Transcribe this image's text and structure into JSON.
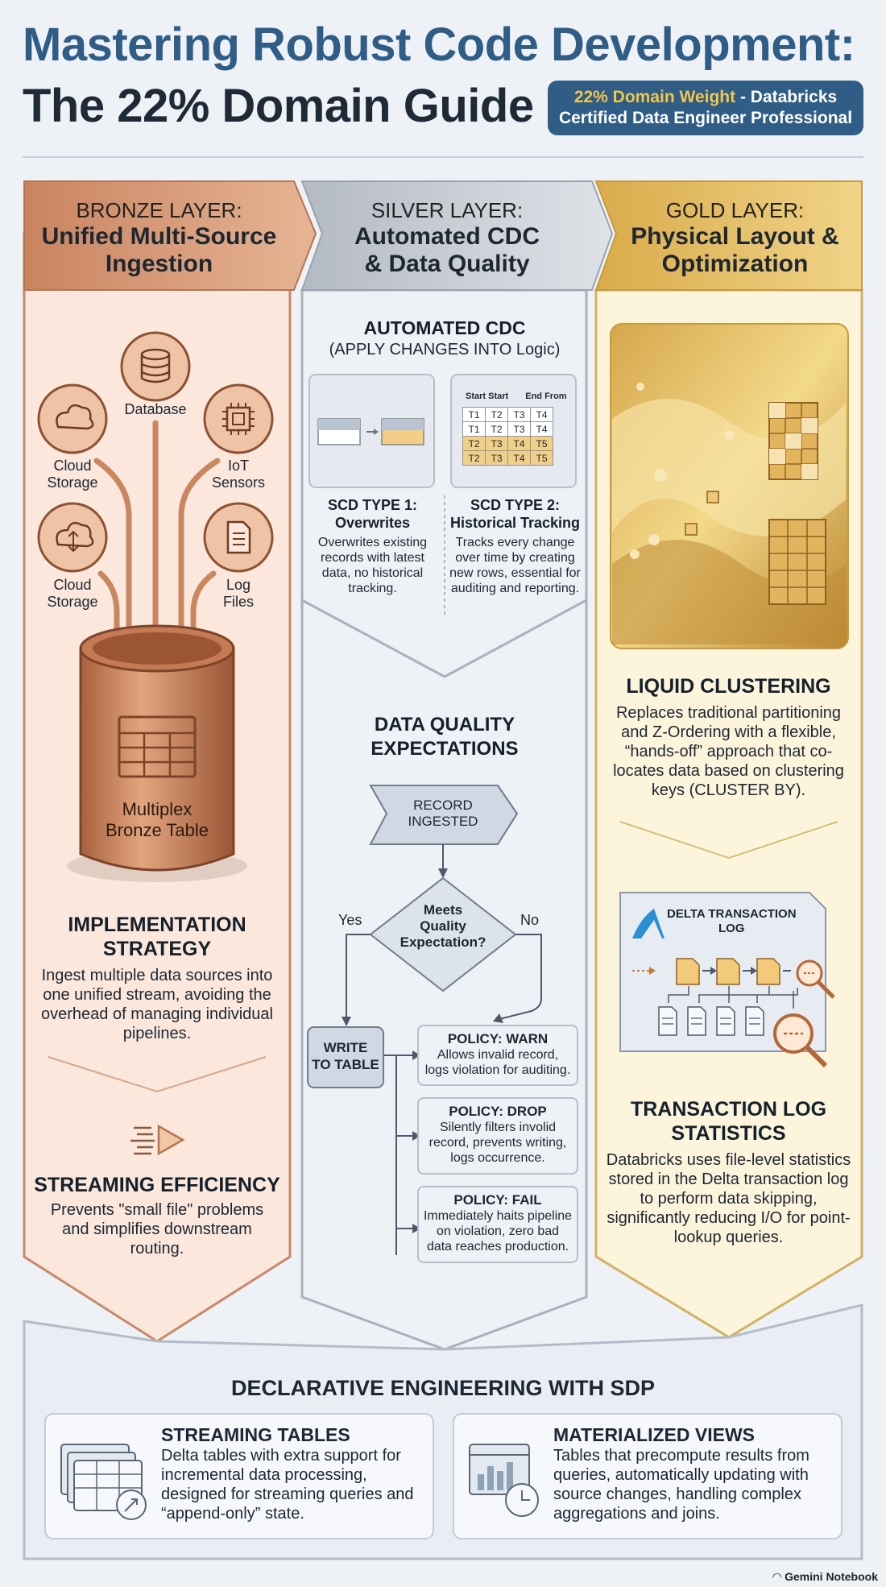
{
  "header": {
    "title_line1": "Mastering Robust Code Development:",
    "title_line2": "The 22% Domain Guide",
    "badge_highlight": "22% Domain Weight",
    "badge_rest": " - Databricks",
    "badge_line2": "Certified Data Engineer Professional"
  },
  "bronze": {
    "label": "BRONZE LAYER:",
    "title_l1": "Unified Multi-Source",
    "title_l2": "Ingestion",
    "sources": {
      "database": "Database",
      "cloud1_l1": "Cloud",
      "cloud1_l2": "Storage",
      "iot_l1": "IoT",
      "iot_l2": "Sensors",
      "cloud2_l1": "Cloud",
      "cloud2_l2": "Storage",
      "log_l1": "Log",
      "log_l2": "Files"
    },
    "table_l1": "Multiplex",
    "table_l2": "Bronze Table",
    "impl_h1": "IMPLEMENTATION",
    "impl_h2": "STRATEGY",
    "impl_text": "Ingest multiple data sources into one unified stream, avoiding the overhead of managing individual pipelines.",
    "stream_h": "STREAMING EFFICIENCY",
    "stream_text": "Prevents \"small file\" problems and simplifies downstream routing."
  },
  "silver": {
    "label": "SILVER LAYER:",
    "title_l1": "Automated CDC",
    "title_l2": "& Data Quality",
    "cdc_h": "AUTOMATED CDC",
    "cdc_sub": "(APPLY CHANGES INTO Logic)",
    "scd_hdr1": "Start Start",
    "scd_hdr2": "End From",
    "scd_rows": [
      [
        "T1",
        "T2",
        "T3",
        "T4"
      ],
      [
        "T1",
        "T2",
        "T3",
        "T4"
      ],
      [
        "T2",
        "T3",
        "T4",
        "T5"
      ],
      [
        "T2",
        "T3",
        "T4",
        "T5"
      ]
    ],
    "scd1_h1": "SCD TYPE 1:",
    "scd1_h2": "Overwrites",
    "scd1_text": "Overwrites existing records with latest data, no historical tracking.",
    "scd2_h1": "SCD TYPE 2:",
    "scd2_h2": "Historical Tracking",
    "scd2_text": "Tracks every change over time by creating new rows, essential for auditing and reporting.",
    "dq_h1": "DATA QUALITY",
    "dq_h2": "EXPECTATIONS",
    "record_l1": "RECORD",
    "record_l2": "INGESTED",
    "decision_l1": "Meets",
    "decision_l2": "Quality",
    "decision_l3": "Expectation?",
    "yes": "Yes",
    "no": "No",
    "write_l1": "WRITE",
    "write_l2": "TO TABLE",
    "policies": [
      {
        "h": "POLICY: WARN",
        "t1": "Allows invalid record,",
        "t2": "logs violation for auditing."
      },
      {
        "h": "POLICY: DROP",
        "t1": "Silently filters involid",
        "t2": "record, prevents writing,",
        "t3": "logs occurrence."
      },
      {
        "h": "POLICY: FAIL",
        "t1": "Immediately haits pipeline",
        "t2": "on violation, zero bad",
        "t3": "data reaches production."
      }
    ]
  },
  "gold": {
    "label": "GOLD LAYER:",
    "title_l1": "Physical Layout &",
    "title_l2": "Optimization",
    "lc_h": "LIQUID CLUSTERING",
    "lc_text": "Replaces traditional partitioning and Z-Ordering with a flexible, “hands-off” approach that co-locates data based on clustering keys (CLUSTER BY).",
    "dtl_l1": "DELTA TRANSACTION",
    "dtl_l2": "LOG",
    "tls_h1": "TRANSACTION LOG",
    "tls_h2": "STATISTICS",
    "tls_text": "Databricks uses file-level statistics stored in the Delta transaction log to perform data skipping, significantly reducing I/O for point-lookup queries."
  },
  "bottom": {
    "title": "DECLARATIVE ENGINEERING WITH SDP",
    "st_h": "STREAMING TABLES",
    "st_text": "Delta tables with extra support for incremental data processing, designed for streaming queries and “append-only” state.",
    "mv_h": "MATERIALIZED VIEWS",
    "mv_text": "Tables that precompute results from queries, automatically updating with source changes, handling complex aggregations and joins."
  },
  "footer": "Gemini Notebook"
}
